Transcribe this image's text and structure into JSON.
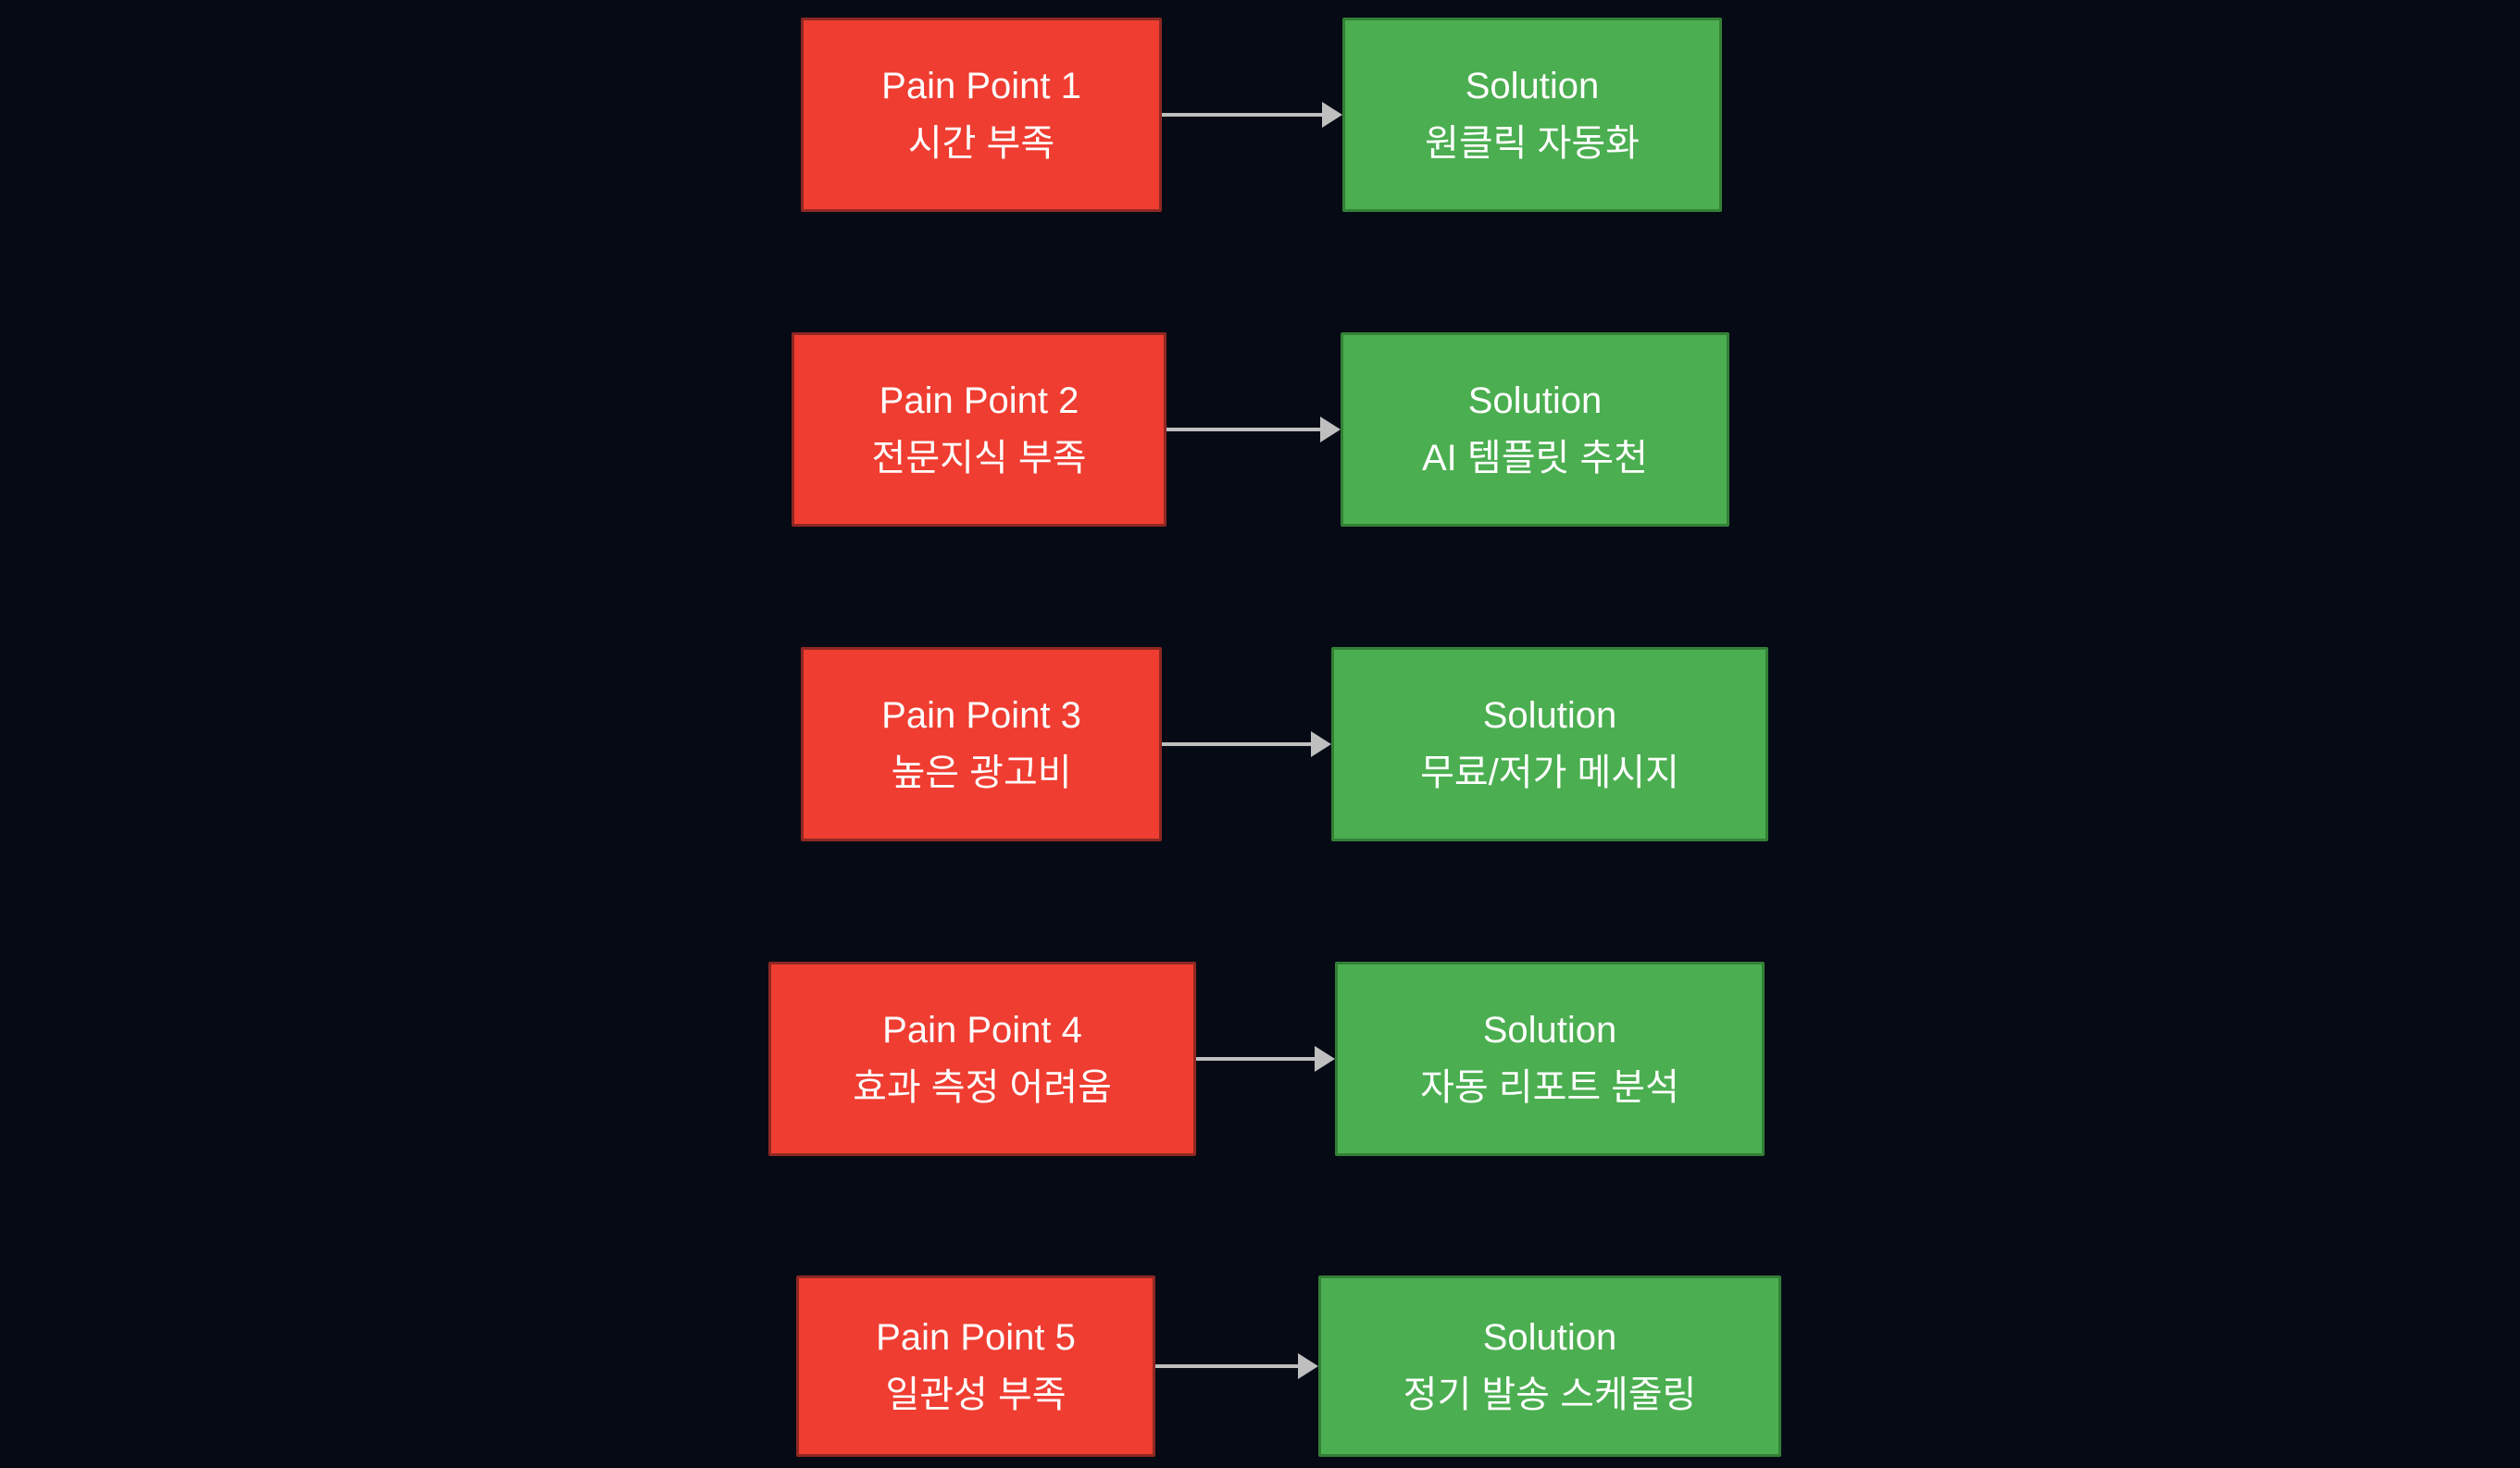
{
  "diagram": {
    "colors": {
      "background": "#050a15",
      "pain_fill": "#ef3d31",
      "pain_border": "#8e2822",
      "solution_fill": "#4bae50",
      "solution_border": "#338036",
      "arrow": "#bfbfbf",
      "text": "#ffffff"
    },
    "rows": [
      {
        "pain": {
          "title": "Pain Point 1",
          "label": "시간 부족"
        },
        "solution": {
          "title": "Solution",
          "label": "원클릭 자동화"
        }
      },
      {
        "pain": {
          "title": "Pain Point 2",
          "label": "전문지식 부족"
        },
        "solution": {
          "title": "Solution",
          "label": "AI 템플릿 추천"
        }
      },
      {
        "pain": {
          "title": "Pain Point 3",
          "label": "높은 광고비"
        },
        "solution": {
          "title": "Solution",
          "label": "무료/저가 메시지"
        }
      },
      {
        "pain": {
          "title": "Pain Point 4",
          "label": "효과 측정 어려움"
        },
        "solution": {
          "title": "Solution",
          "label": "자동 리포트 분석"
        }
      },
      {
        "pain": {
          "title": "Pain Point 5",
          "label": "일관성 부족"
        },
        "solution": {
          "title": "Solution",
          "label": "정기 발송 스케줄링"
        }
      }
    ]
  }
}
